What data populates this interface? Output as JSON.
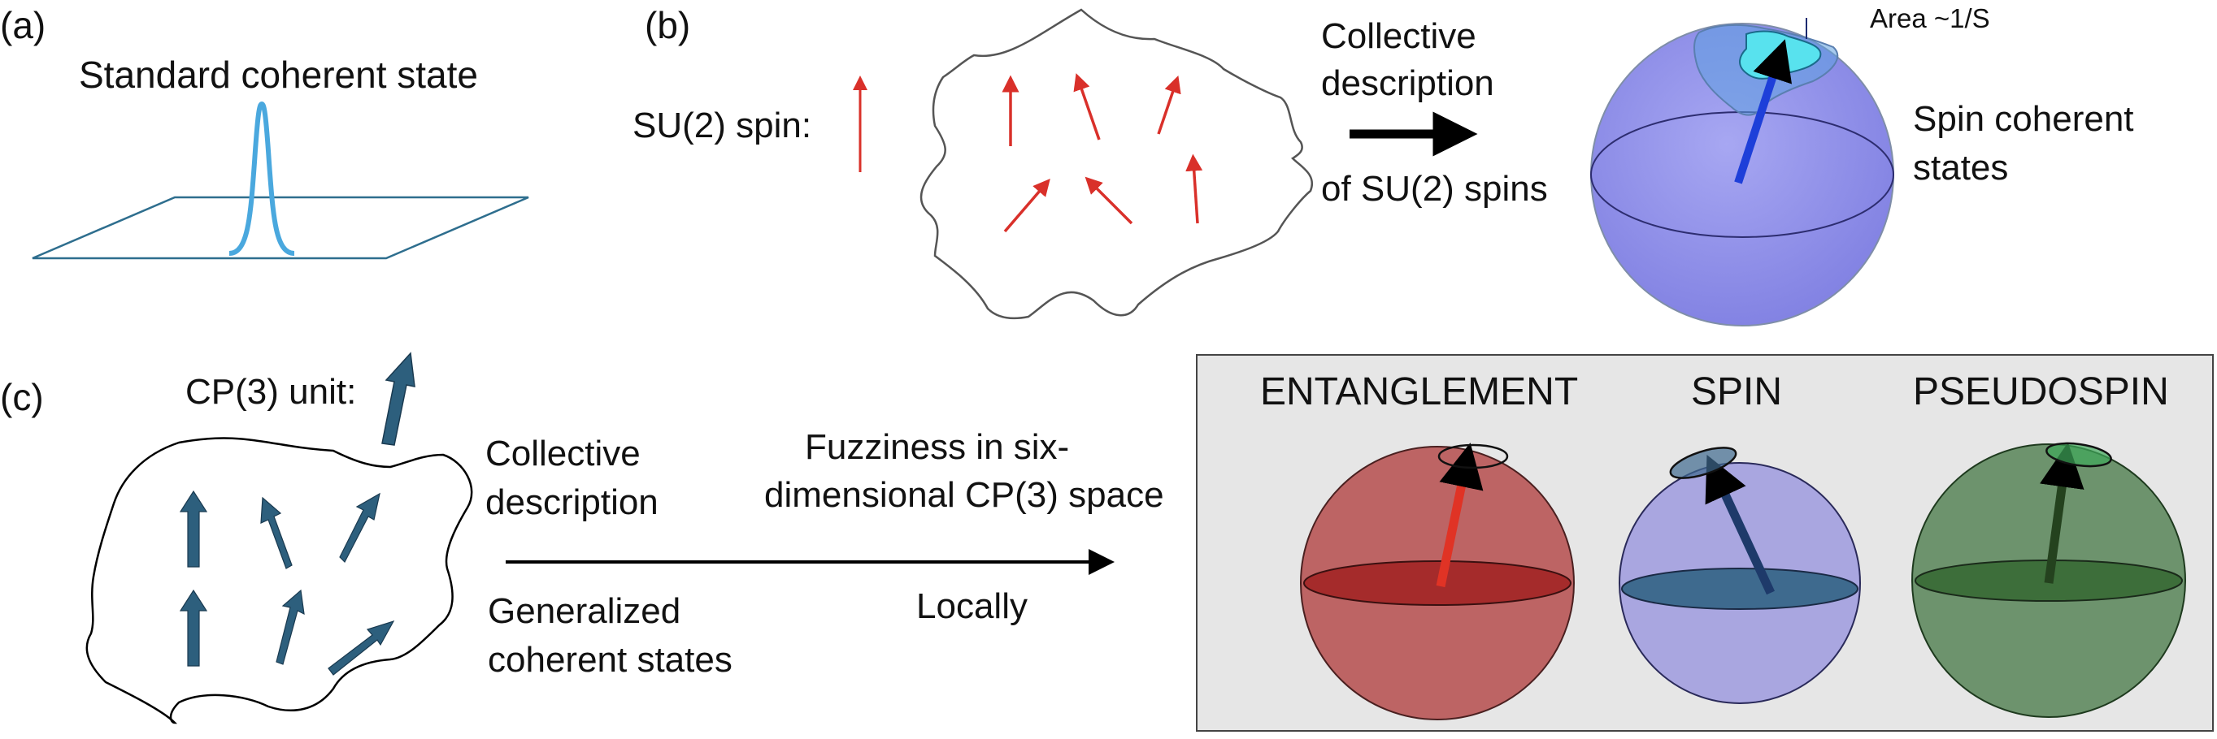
{
  "panel_a": {
    "tag": "(a)",
    "title": "Standard coherent state"
  },
  "panel_b": {
    "tag": "(b)",
    "spin_label": "SU(2) spin:",
    "collective_line1": "Collective",
    "collective_line2": "description",
    "collective_line3": "of SU(2) spins",
    "area_label": "Area ~1/S",
    "sphere_label_line1": "Spin coherent",
    "sphere_label_line2": "states"
  },
  "panel_c": {
    "tag": "(c)",
    "unit_label": "CP(3) unit:",
    "collective_line1": "Collective",
    "collective_line2": "description",
    "fuzzy_line1": "Fuzziness in six-",
    "fuzzy_line2": "dimensional CP(3) space",
    "generalized_line1": "Generalized",
    "generalized_line2": "coherent states",
    "locally": "Locally",
    "spheres": [
      {
        "title": "ENTANGLEMENT",
        "color": "#b85555"
      },
      {
        "title": "SPIN",
        "color": "#a9a6e0"
      },
      {
        "title": "PSEUDOSPIN",
        "color": "#5f8a5f"
      }
    ]
  },
  "colors": {
    "red_arrow": "#d9302a",
    "teal_arrow": "#2d5f7d",
    "gaussian": "#4aa8de",
    "sphere_blue": "#8c8ce8",
    "box_bg": "#e6e6e6"
  }
}
